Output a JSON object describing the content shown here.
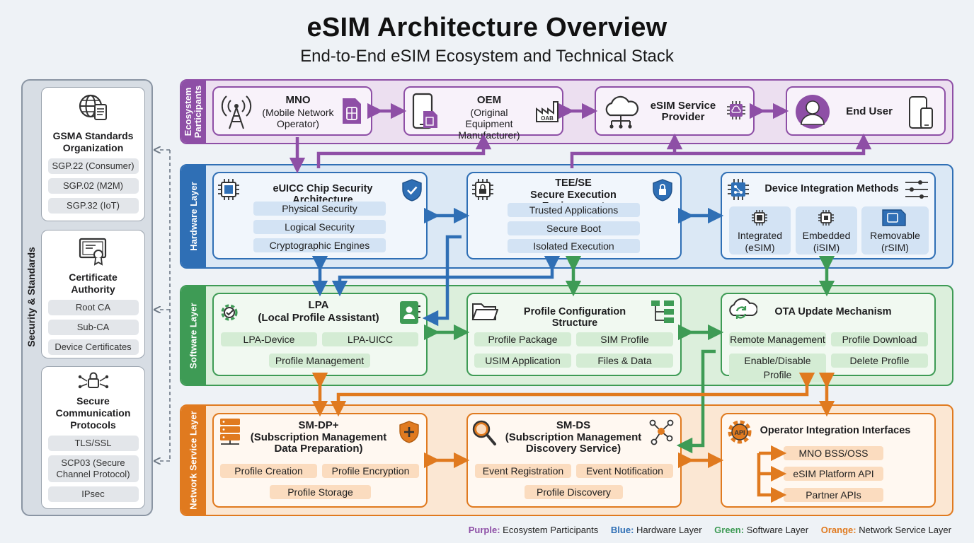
{
  "title": "eSIM Architecture Overview",
  "subtitle": "End-to-End eSIM Ecosystem and Technical Stack",
  "security": {
    "label": "Security & Standards",
    "gsma": {
      "title": "GSMA Standards Organization",
      "items": [
        "SGP.22 (Consumer)",
        "SGP.02 (M2M)",
        "SGP.32 (IoT)"
      ]
    },
    "ca": {
      "title": "Certificate Authority",
      "items": [
        "Root CA",
        "Sub-CA",
        "Device Certificates"
      ]
    },
    "comm": {
      "title": "Secure Communication Protocols",
      "items": [
        "TLS/SSL",
        "SCP03 (Secure Channel Protocol)",
        "IPsec"
      ]
    }
  },
  "ecosystem": {
    "label": "Ecosystem Participants",
    "mno": {
      "name": "MNO",
      "desc": "(Mobile Network Operator)"
    },
    "oem": {
      "name": "OEM",
      "desc": "(Original Equipment Manufacturer)",
      "badge": "OAB"
    },
    "provider": {
      "name": "eSIM Service Provider"
    },
    "user": {
      "name": "End User"
    }
  },
  "hardware": {
    "label": "Hardware Layer",
    "euicc": {
      "title": "eUICC Chip Security Architecture",
      "items": [
        "Physical Security",
        "Logical Security",
        "Cryptographic Engines"
      ]
    },
    "tee": {
      "title": "TEE/SE",
      "subtitle": "Secure Execution Environment",
      "items": [
        "Trusted Applications",
        "Secure Boot",
        "Isolated Execution"
      ]
    },
    "device": {
      "title": "Device Integration Methods",
      "methods": [
        {
          "name": "Integrated",
          "sub": "(eSIM)"
        },
        {
          "name": "Embedded",
          "sub": "(iSIM)"
        },
        {
          "name": "Removable",
          "sub": "(rSIM)"
        }
      ]
    }
  },
  "software": {
    "label": "Software Layer",
    "lpa": {
      "title": "LPA",
      "subtitle": "(Local Profile Assistant)",
      "items": [
        "LPA-Device",
        "LPA-UICC",
        "Profile Management"
      ]
    },
    "profile": {
      "title": "Profile Configuration Structure",
      "items": [
        "Profile Package",
        "SIM Profile",
        "USIM Application",
        "Files & Data"
      ]
    },
    "ota": {
      "title": "OTA Update Mechanism",
      "items": [
        "Remote Management",
        "Profile Download",
        "Enable/Disable Profile",
        "Delete Profile"
      ]
    }
  },
  "network": {
    "label": "Network Service Layer",
    "smdp": {
      "title": "SM-DP+",
      "subtitle": "(Subscription Management Data Preparation)",
      "items": [
        "Profile Creation",
        "Profile Encryption",
        "Profile Storage"
      ]
    },
    "smds": {
      "title": "SM-DS",
      "subtitle": "(Subscription Management Discovery Service)",
      "items": [
        "Event Registration",
        "Event Notification",
        "Profile Discovery"
      ]
    },
    "operator": {
      "title": "Operator Integration Interfaces",
      "items": [
        "MNO BSS/OSS",
        "eSIM Platform API",
        "Partner APIs"
      ],
      "api_badge": "API"
    }
  },
  "legend": [
    {
      "key": "Purple:",
      "text": "Ecosystem Participants",
      "color": "#8e4fa6"
    },
    {
      "key": "Blue:",
      "text": "Hardware Layer",
      "color": "#2f6fb5"
    },
    {
      "key": "Green:",
      "text": "Software Layer",
      "color": "#3e9b55"
    },
    {
      "key": "Orange:",
      "text": "Network Service Layer",
      "color": "#e07a1f"
    }
  ]
}
